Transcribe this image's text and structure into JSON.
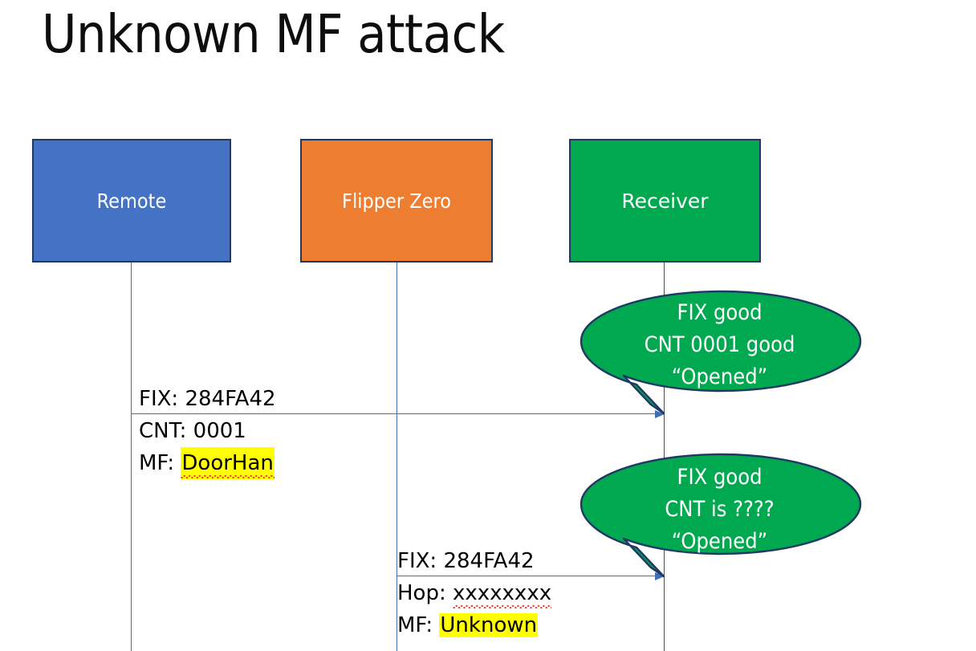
{
  "slide": {
    "title": "Unknown MF attack",
    "background": "#ffffff"
  },
  "colors": {
    "remote_fill": "#4472C4",
    "flipper_fill": "#ED7D31",
    "receiver_fill": "#00A94F",
    "box_border": "#1f3864",
    "lifeline": "#3f6fb5",
    "highlight": "#FFFF00",
    "spellcheck_underline": "#e8402a",
    "bubble_fill": "#00A94F",
    "bubble_border": "#1f3864",
    "text": "#000000",
    "box_label_text": "#ffffff"
  },
  "actors": [
    {
      "id": "remote",
      "label": "Remote"
    },
    {
      "id": "flipper",
      "label": "Flipper Zero"
    },
    {
      "id": "receiver",
      "label": "Receiver"
    }
  ],
  "messages": [
    {
      "id": "msg-1",
      "from": "remote",
      "to": "receiver",
      "lines": [
        {
          "text": "FIX: 284FA42",
          "highlighted": "",
          "squiggle": ""
        },
        {
          "text": "CNT: 0001",
          "highlighted": "",
          "squiggle": ""
        },
        {
          "prefix": "MF: ",
          "highlighted": "DoorHan",
          "squiggle": "DoorHan"
        }
      ]
    },
    {
      "id": "msg-2",
      "from": "flipper",
      "to": "receiver",
      "lines": [
        {
          "text": "FIX: 284FA42",
          "highlighted": "",
          "squiggle": ""
        },
        {
          "prefix": "Hop: ",
          "squiggle": "xxxxxxxx",
          "highlighted": ""
        },
        {
          "prefix": "MF: ",
          "highlighted": "Unknown",
          "squiggle": ""
        }
      ]
    }
  ],
  "bubbles": [
    {
      "id": "bubble-1",
      "owner": "receiver",
      "lines": [
        "FIX good",
        "CNT 0001 good",
        "“Opened”"
      ]
    },
    {
      "id": "bubble-2",
      "owner": "receiver",
      "lines": [
        "FIX good",
        "CNT is ????",
        "“Opened”"
      ]
    }
  ],
  "labels": {
    "msg1_line1": "FIX: 284FA42",
    "msg1_line2": "CNT: 0001",
    "msg1_line3_prefix": "MF: ",
    "msg1_line3_value": "DoorHan",
    "msg2_line1": "FIX: 284FA42",
    "msg2_line2_prefix": "Hop: ",
    "msg2_line2_value": "xxxxxxxx",
    "msg2_line3_prefix": "MF: ",
    "msg2_line3_value": "Unknown",
    "bubble1_line1": "FIX good",
    "bubble1_line2": "CNT 0001 good",
    "bubble1_line3": "“Opened”",
    "bubble2_line1": "FIX good",
    "bubble2_line2": "CNT is ????",
    "bubble2_line3": "“Opened”"
  }
}
